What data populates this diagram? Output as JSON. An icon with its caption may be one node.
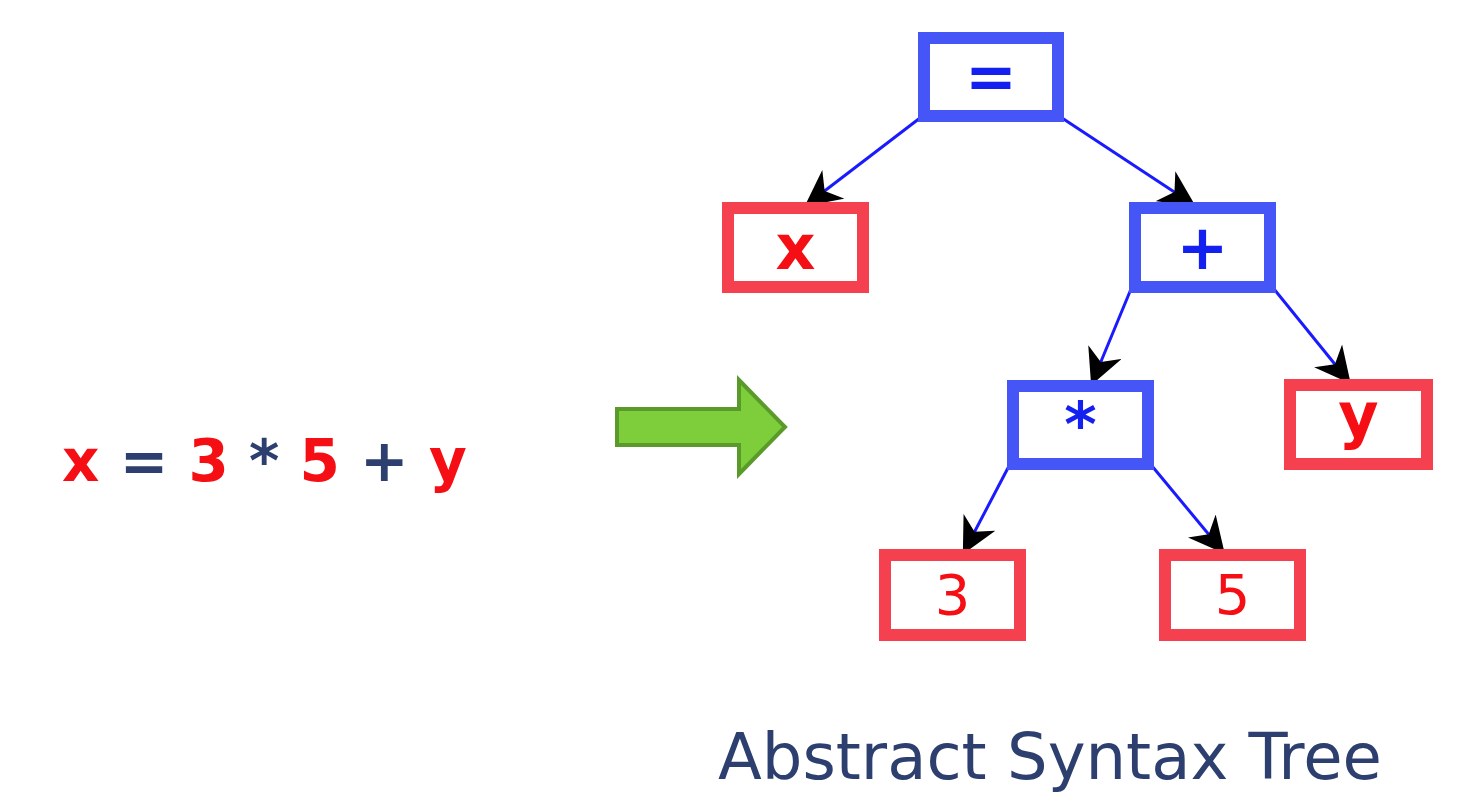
{
  "diagram": {
    "caption": "Abstract Syntax Tree",
    "nodes": [
      {
        "text": [
          "="
        ]
      },
      {
        "text": [
          "x"
        ]
      },
      {
        "text": [
          "+"
        ]
      },
      {
        "text": [
          "*"
        ]
      },
      {
        "text": [
          "y"
        ]
      },
      {
        "text": [
          "3"
        ]
      },
      {
        "text": [
          "5"
        ]
      }
    ],
    "edges": [
      {
        "from": 0,
        "to": 1,
        "arrow": "to"
      },
      {
        "from": 0,
        "to": 2,
        "arrow": "to"
      },
      {
        "from": 2,
        "to": 3,
        "arrow": "to"
      },
      {
        "from": 2,
        "to": 4,
        "arrow": "to"
      },
      {
        "from": 3,
        "to": 5,
        "arrow": "to"
      },
      {
        "from": 3,
        "to": 6,
        "arrow": "to"
      }
    ],
    "labels": [
      "x = 3 * 5 + y"
    ]
  }
}
